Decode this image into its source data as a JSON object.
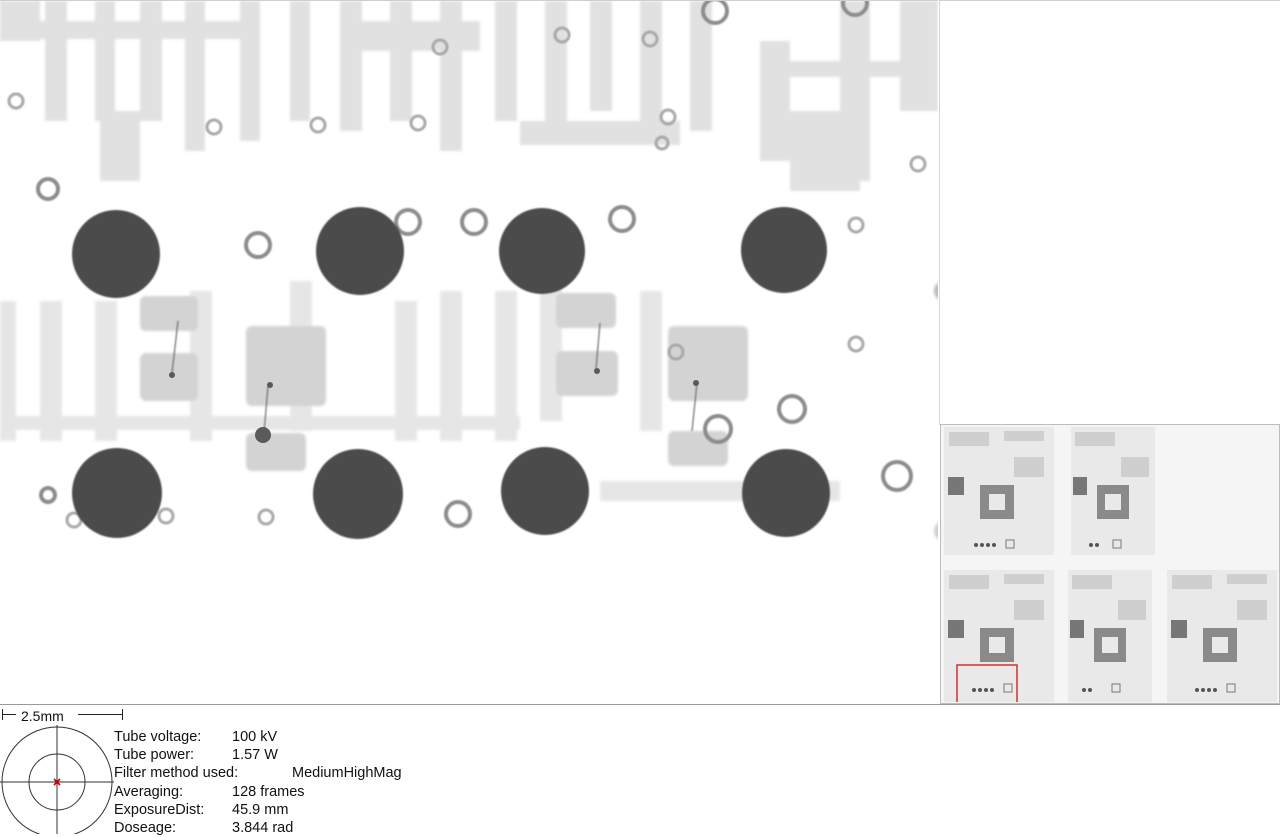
{
  "scale_bar": {
    "label": "2.5mm"
  },
  "parameters": [
    {
      "label": "Tube voltage:",
      "value": "100 kV"
    },
    {
      "label": "Tube power:",
      "value": "1.57 W"
    },
    {
      "label": "Filter method used:",
      "value": "MediumHighMag"
    },
    {
      "label": "Averaging:",
      "value": "128 frames"
    },
    {
      "label": "ExposureDist:",
      "value": "45.9 mm"
    },
    {
      "label": "Doseage:",
      "value": "3.844 rad"
    }
  ],
  "colors": {
    "board_background": "#ffffff",
    "solder_ball": "#4a4a4a",
    "trace": "#dcdcdc",
    "selection_box": "#d32f2f",
    "crosshair_marker": "#cc0000"
  },
  "thumbnails": [
    {
      "name": "thumb-1",
      "selected": false
    },
    {
      "name": "thumb-2",
      "selected": false
    },
    {
      "name": "thumb-3",
      "selected": true
    },
    {
      "name": "thumb-4",
      "selected": false
    },
    {
      "name": "thumb-5",
      "selected": false
    }
  ]
}
